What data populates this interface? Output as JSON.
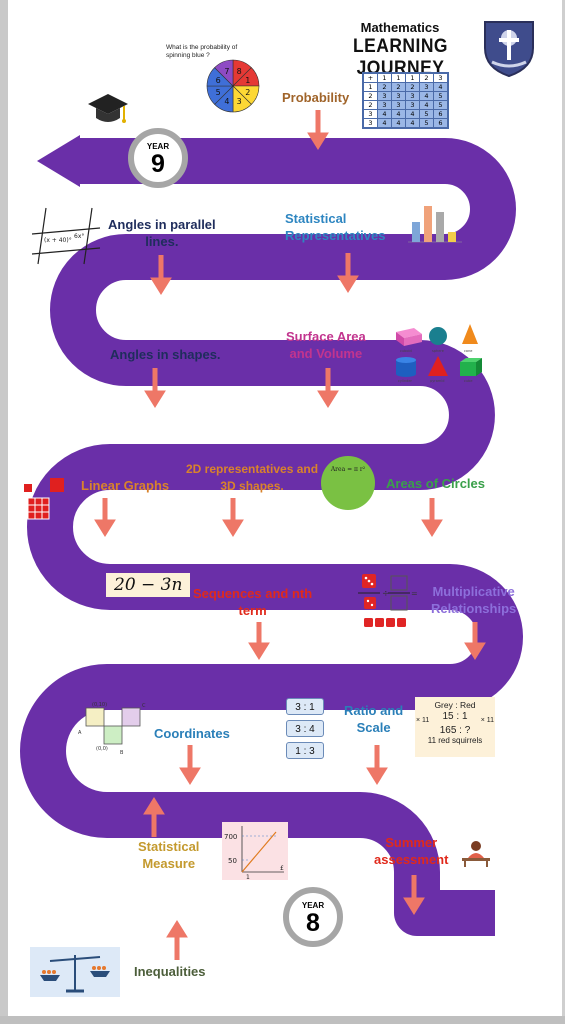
{
  "header": {
    "subject": "Mathematics",
    "title": "LEARNING JOURNEY"
  },
  "year_badges": {
    "year_word": "YEAR",
    "top_year": "9",
    "bottom_year": "8"
  },
  "topics": {
    "probability": "Probability",
    "statistical_representatives_1": "Statistical",
    "statistical_representatives_2": "Representatives",
    "angles_parallel_1": "Angles in parallel",
    "angles_parallel_2": "lines.",
    "surface_area_1": "Surface Area",
    "surface_area_2": "and Volume",
    "angles_shapes": "Angles in shapes.",
    "linear_graphs": "Linear Graphs",
    "representatives_2d3d_1": "2D representatives and",
    "representatives_2d3d_2": "3D shapes.",
    "areas_circles": "Areas of Circles",
    "sequences_1": "Sequences and nth",
    "sequences_2": "term",
    "multiplicative_1": "Multiplicative",
    "multiplicative_2": "Relationships",
    "coordinates": "Coordinates",
    "ratio_scale_1": "Ratio and",
    "ratio_scale_2": "Scale",
    "statistical_measure_1": "Statistical",
    "statistical_measure_2": "Measure",
    "summer_assessment_1": "Summer",
    "summer_assessment_2": "assessment",
    "inequalities": "Inequalities"
  },
  "illustrations": {
    "spinner_question_1": "What is the probability of",
    "spinner_question_2": "spinning blue ?",
    "spinner_numbers": [
      "8",
      "1",
      "2",
      "3",
      "4",
      "5",
      "6",
      "7"
    ],
    "table_header": [
      "+",
      "1",
      "1",
      "1",
      "2",
      "3"
    ],
    "table_rows": [
      [
        "1",
        "2",
        "2",
        "2",
        "3",
        "4"
      ],
      [
        "2",
        "3",
        "3",
        "3",
        "4",
        "5"
      ],
      [
        "2",
        "3",
        "3",
        "3",
        "4",
        "5"
      ],
      [
        "3",
        "4",
        "4",
        "4",
        "5",
        "6"
      ],
      [
        "3",
        "4",
        "4",
        "4",
        "5",
        "6"
      ]
    ],
    "angle_labels": [
      "(x + 40)°",
      "6x°"
    ],
    "shape_names": [
      "cuboid",
      "sphere",
      "cone",
      "cylinder",
      "pyramid",
      "cube"
    ],
    "circle_formula": "Area = π r²",
    "sequence_formula": "20 − 3n",
    "ratios": [
      "3 : 1",
      "3 : 4",
      "1 : 3"
    ],
    "grey_red_title": "Grey : Red",
    "grey_red_top": "15 : 1",
    "grey_red_bottom": "165 : ?",
    "grey_red_multiplier": "× 11",
    "grey_red_answer": "11 red squirrels",
    "coord_labels": [
      "(0,10)",
      "C",
      "A",
      "(0,0)",
      "B"
    ],
    "graph_labels": [
      "700",
      "50",
      "1",
      "£"
    ]
  },
  "colors": {
    "road": "#6a2fa8",
    "arrow": "#ee7767",
    "badge_ring": "#a6a6a6"
  }
}
